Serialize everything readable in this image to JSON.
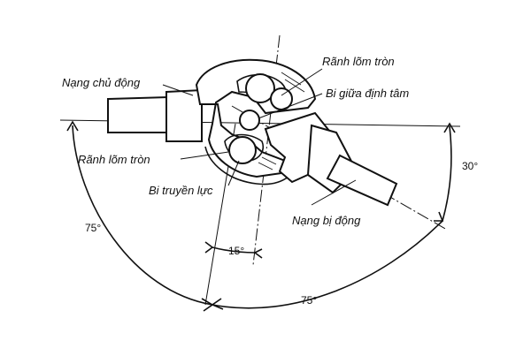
{
  "labels": {
    "drive_yoke": "Nạng chủ động",
    "groove_top": "Rãnh lõm tròn",
    "center_ball": "Bi giữa định tâm",
    "groove_bottom": "Rãnh lõm tròn",
    "drive_ball": "Bi  truyền lực",
    "driven_yoke": "Nạng bị động"
  },
  "angles": {
    "left_arc": "75°",
    "bottom_arc": "75°",
    "tilt": "30°",
    "offset": "15°"
  }
}
